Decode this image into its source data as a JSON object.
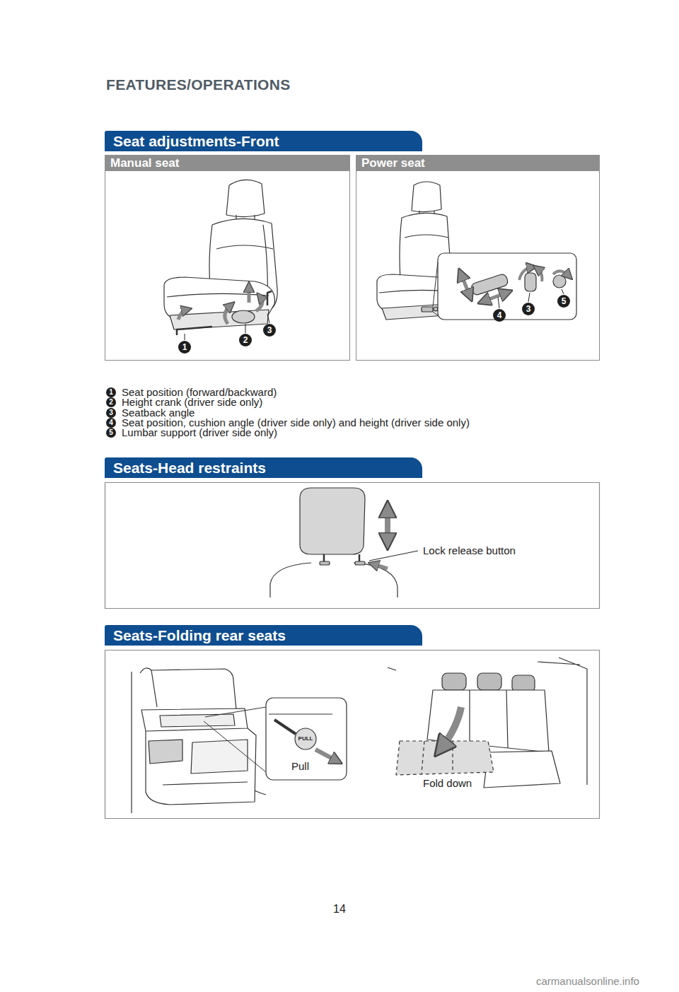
{
  "diagram": {
    "title": "FEATURES/OPERATIONS",
    "nodes": [
      {
        "text": [
          "Seat adjustments-Front"
        ]
      },
      {
        "text": [
          "Manual seat"
        ]
      },
      {
        "text": [
          "Power seat"
        ]
      },
      {
        "text": [
          "Seats-Head restraints"
        ]
      },
      {
        "text": [
          "Seats-Folding rear seats"
        ]
      }
    ],
    "labels": [
      "1",
      "2",
      "3",
      "4",
      "3",
      "5",
      "1",
      "Seat position (forward/backward)",
      "2",
      "Height crank (driver side only)",
      "3",
      "Seatback angle",
      "4",
      "Seat position, cushion angle (driver side only) and height (driver side only)",
      "5",
      "Lumbar support (driver side only)",
      "Lock release button",
      "PULL",
      "Pull",
      "Fold down",
      "14",
      "carmanualsonline.info"
    ]
  }
}
